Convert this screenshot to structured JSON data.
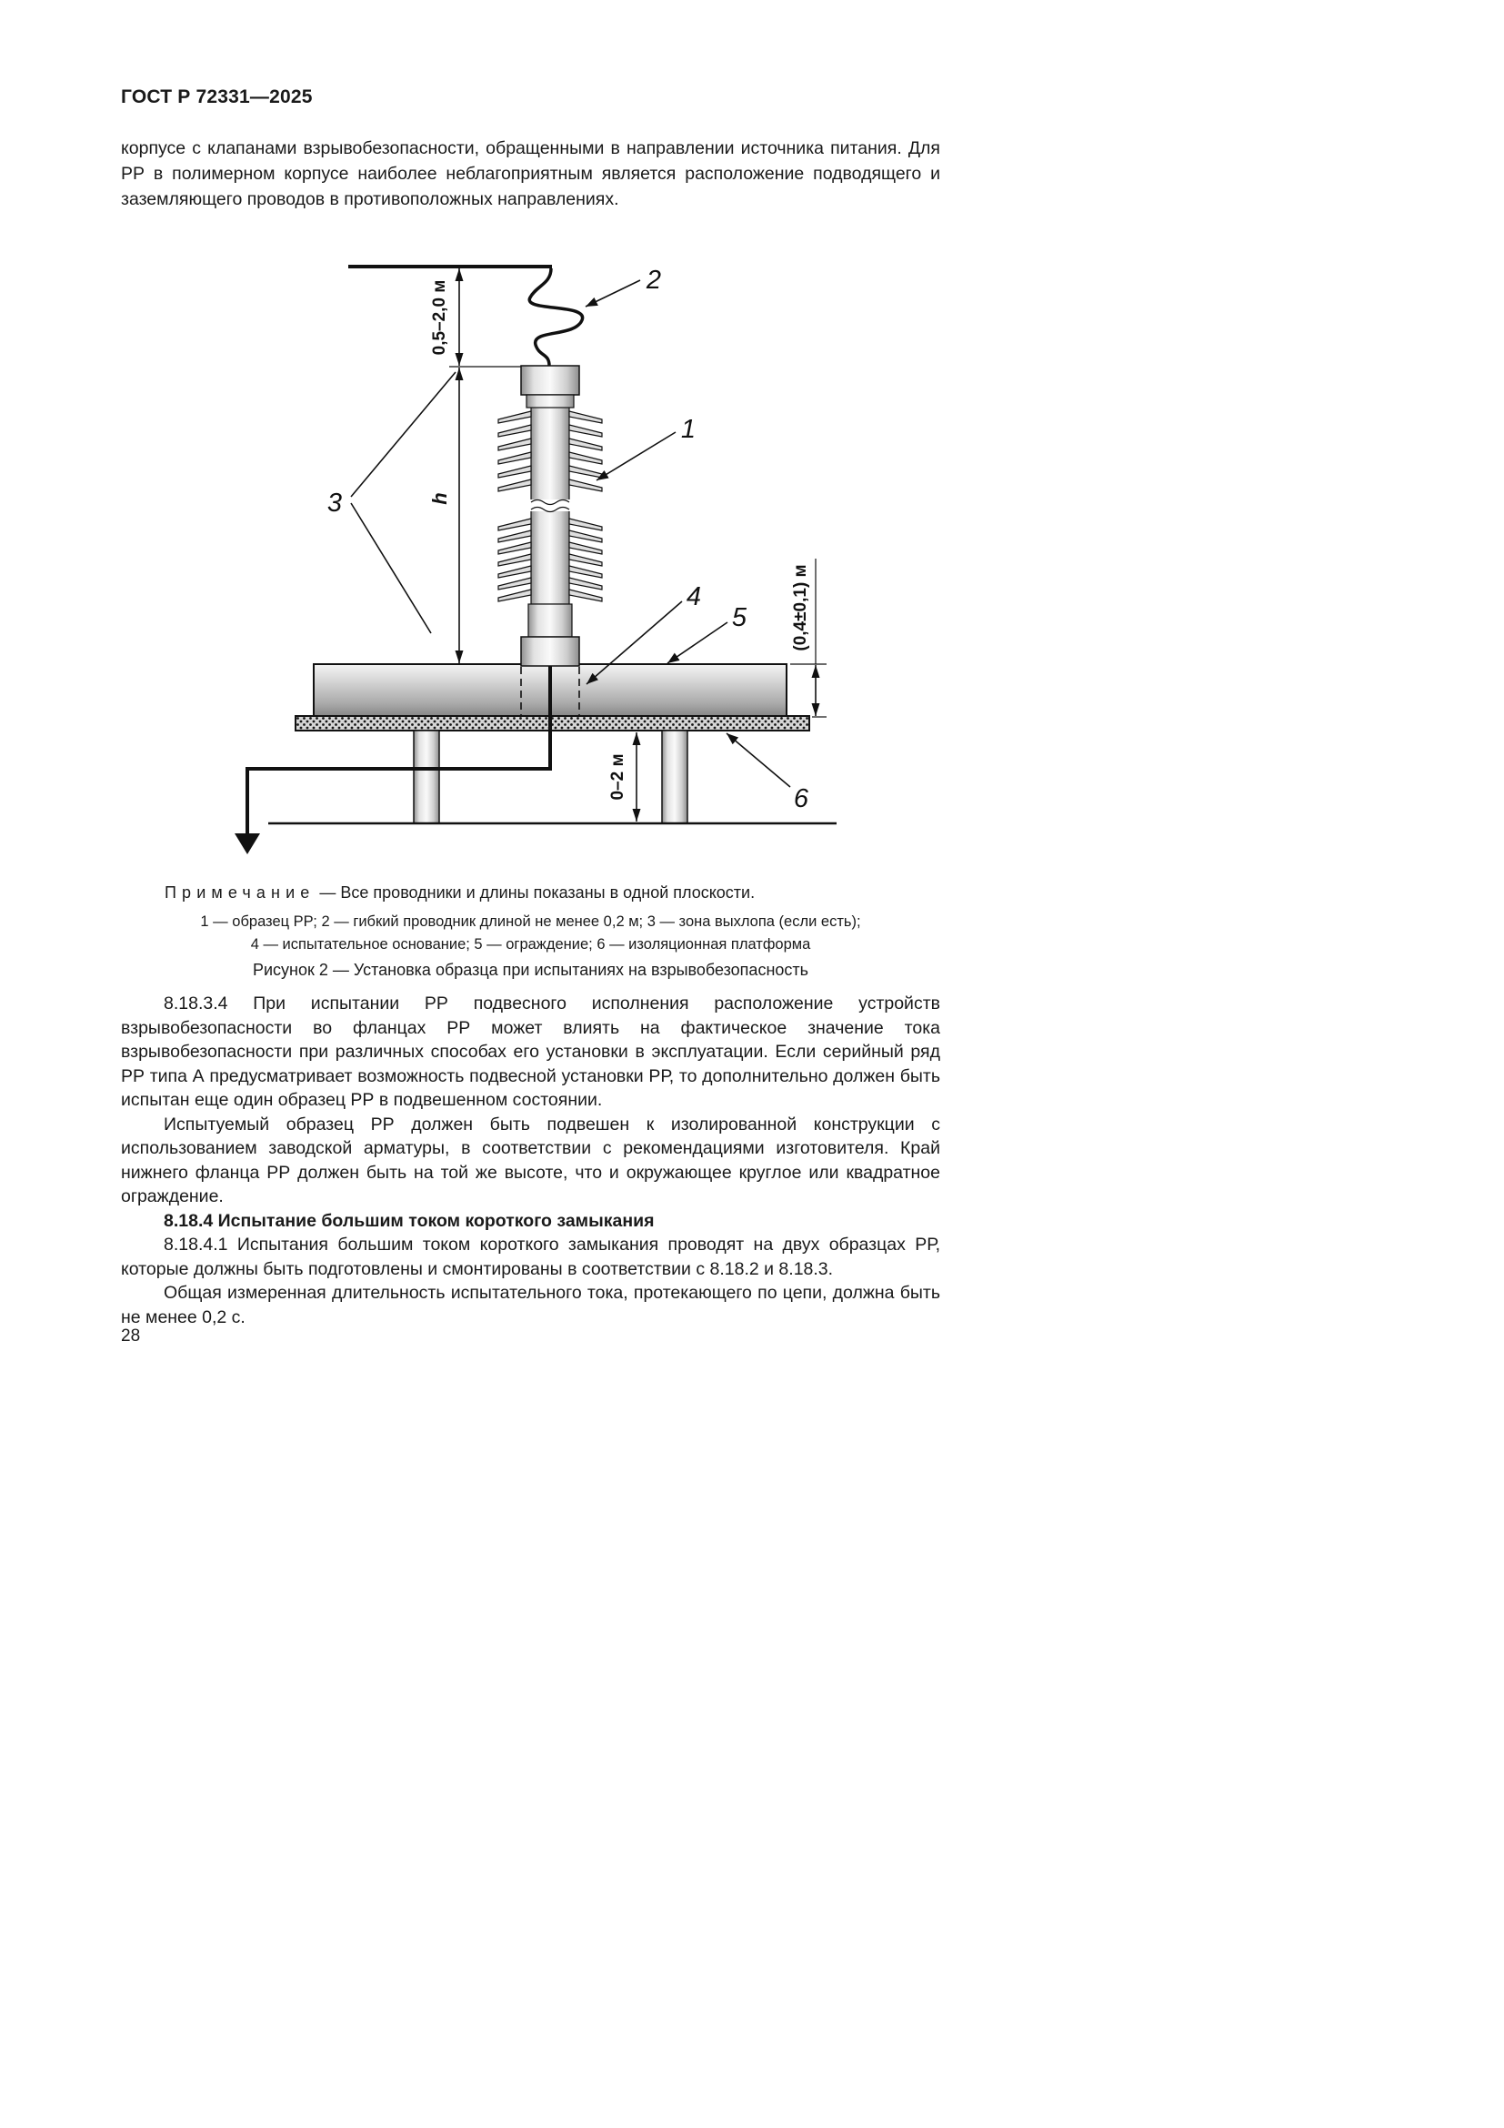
{
  "page": {
    "header": "ГОСТ Р 72331—2025",
    "number": "28"
  },
  "colors": {
    "ink": "#111111",
    "metal_light": "#fafafa",
    "metal_dark": "#8d8d8d"
  },
  "intro": {
    "text": "корпусе с клапанами взрывобезопасности, обращенными в направлении источника питания. Для РР в полимерном корпусе наиболее неблагоприятным является расположение подводящего и заземляющего проводов в противоположных направлениях."
  },
  "figure": {
    "labels": {
      "c1": "1",
      "c2": "2",
      "c3": "3",
      "c4": "4",
      "c5": "5",
      "c6": "6",
      "dim_conductor": "0,5–2,0 м",
      "dim_height": "h",
      "dim_fence": "(0,4±0,1) м",
      "dim_platform": "0–2 м"
    },
    "note_label": "Примечание",
    "note_text": "— Все проводники и длины показаны в одной плоскости.",
    "legend_line1": "1 — образец РР; 2 — гибкий проводник длиной не менее 0,2 м; 3 — зона выхлопа (если есть);",
    "legend_line2": "4 — испытательное основание; 5 — ограждение; 6 — изоляционная платформа",
    "caption": "Рисунок 2 — Установка образца при испытаниях на взрывобезопасность"
  },
  "body": {
    "p1": "8.18.3.4 При испытании РР подвесного исполнения расположение устройств взрывобезопасности во фланцах РР может влиять на фактическое значение тока взрывобезопасности при различных способах его установки в эксплуатации. Если серийный ряд РР типа А предусматривает возможность подвесной установки РР, то дополнительно должен быть испытан еще один образец РР в подвешенном состоянии.",
    "p2": "Испытуемый образец РР должен быть подвешен к изолированной конструкции с использованием заводской арматуры, в соответствии с рекомендациями изготовителя. Край нижнего фланца РР должен быть на той же высоте, что и окружающее круглое или квадратное ограждение.",
    "h1": "8.18.4 Испытание большим током короткого замыкания",
    "p3": "8.18.4.1 Испытания большим током короткого замыкания проводят на двух образцах РР, которые должны быть подготовлены и смонтированы в соответствии с 8.18.2 и 8.18.3.",
    "p4": "Общая измеренная длительность испытательного тока, протекающего по цепи, должна быть не менее 0,2 с."
  }
}
